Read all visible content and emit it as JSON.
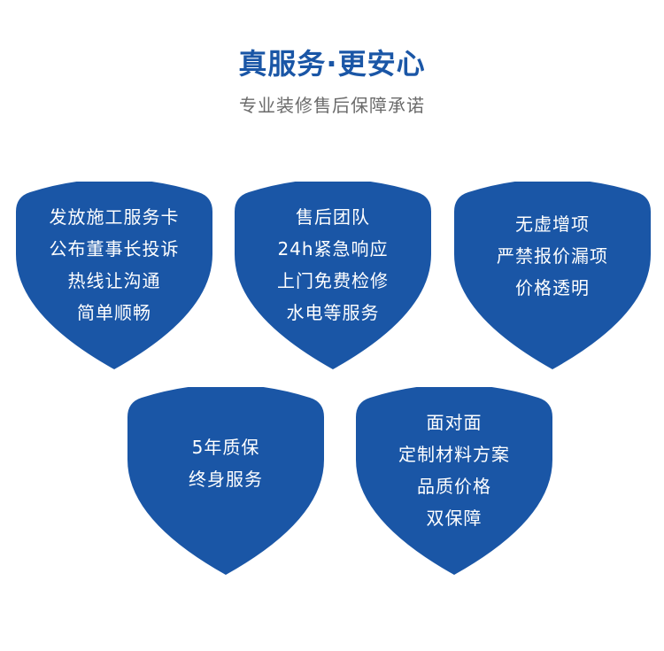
{
  "header": {
    "title": "真服务·更安心",
    "subtitle": "专业装修售后保障承诺"
  },
  "colors": {
    "brand_blue": "#1a56a6",
    "subtitle_gray": "#6b6b6b",
    "shield_text": "#ffffff"
  },
  "shields": [
    {
      "lines": [
        "发放施工服务卡",
        "公布董事长投诉",
        "热线让沟通",
        "简单顺畅"
      ]
    },
    {
      "lines": [
        "售后团队",
        "24h紧急响应",
        "上门免费检修",
        "水电等服务"
      ]
    },
    {
      "lines": [
        "无虚增项",
        "严禁报价漏项",
        "价格透明"
      ]
    },
    {
      "lines": [
        "5年质保",
        "终身服务"
      ]
    },
    {
      "lines": [
        "面对面",
        "定制材料方案",
        "品质价格",
        "双保障"
      ]
    }
  ]
}
